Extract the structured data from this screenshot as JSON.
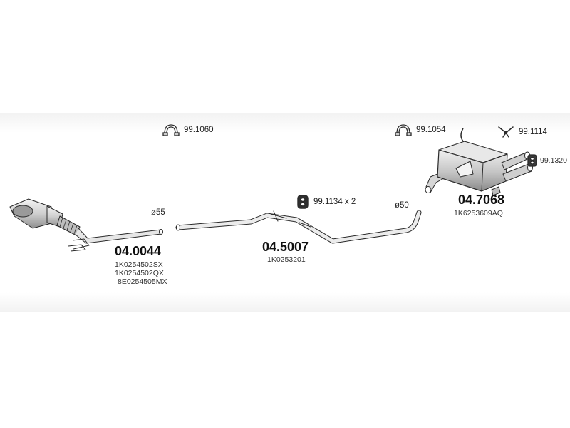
{
  "colors": {
    "line": "#2a2a2a",
    "fill": "#d9d9d9",
    "fill_dark": "#a8a8a8",
    "background": "#ffffff"
  },
  "accessories": [
    {
      "code": "99.1060",
      "icon": "clamp-icon"
    },
    {
      "code": "99.1054",
      "icon": "clamp-icon"
    },
    {
      "code": "99.1114",
      "icon": "hanger-bracket-icon"
    },
    {
      "code": "99.1320",
      "icon": "rubber-mount-icon"
    },
    {
      "code": "99.1134 x 2",
      "icon": "rubber-mount-icon"
    }
  ],
  "diameters": [
    "ø55",
    "ø50"
  ],
  "parts": [
    {
      "number": "04.0044",
      "oem": [
        "1K0254502SX",
        "1K0254502QX",
        "8E0254505MX"
      ]
    },
    {
      "number": "04.5007",
      "oem": [
        "1K0253201"
      ]
    },
    {
      "number": "04.7068",
      "oem": [
        "1K6253609AQ"
      ]
    }
  ]
}
